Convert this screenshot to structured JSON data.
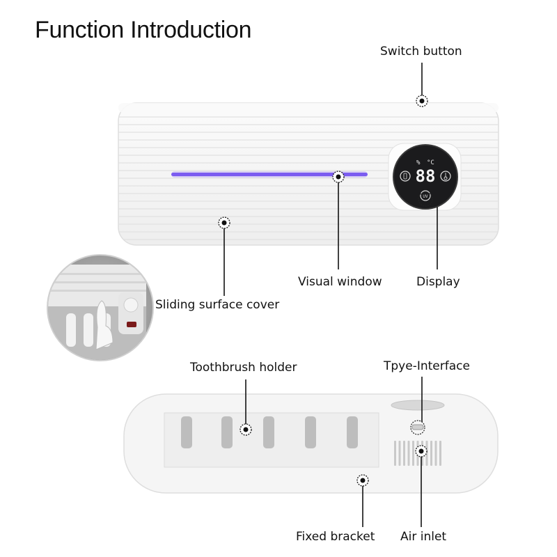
{
  "title": "Function Introduction",
  "labels": {
    "switch_button": "Switch button",
    "visual_window": "Visual window",
    "display": "Display",
    "sliding_surface_cover": "Sliding surface cover",
    "toothbrush_holder": "Toothbrush holder",
    "type_interface": "Tpye-Interface",
    "fixed_bracket": "Fixed bracket",
    "air_inlet": "Air inlet"
  },
  "display_panel": {
    "digits": "88",
    "humidity_symbol": "%",
    "temp_symbol": "°C",
    "uv_label": "UV"
  },
  "colors": {
    "uv_light": "#7b5cf0",
    "device_body": "#f6f6f6",
    "display_bg": "#1b1b1d"
  }
}
